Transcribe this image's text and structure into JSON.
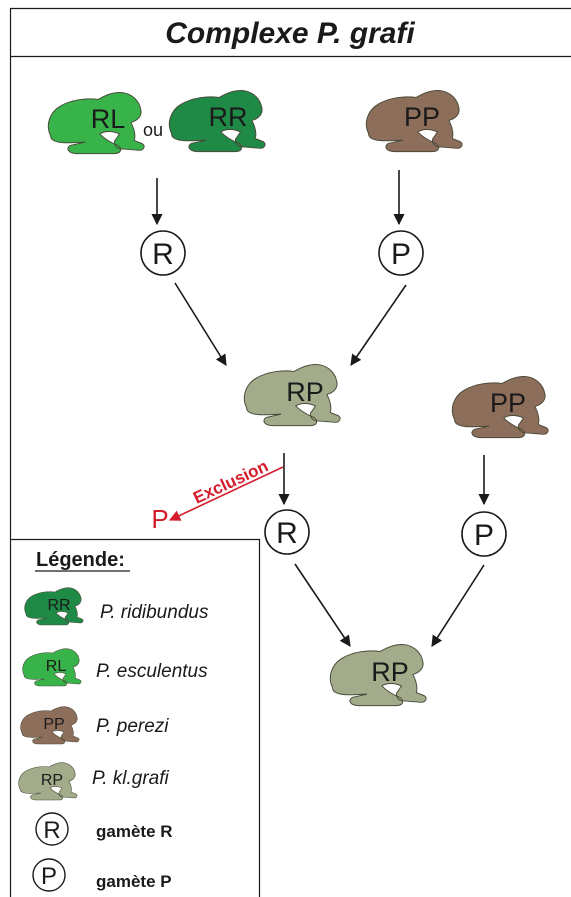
{
  "title": "Complexe P. grafi",
  "connector_ou": "ou",
  "colors": {
    "ridibundus": "#1f8a46",
    "esculentus": "#37b34a",
    "perezi": "#8d6e5a",
    "grafi": "#a3ac8a",
    "exclusion": "#d41c2c",
    "ink": "#1a1a1a"
  },
  "frogs": {
    "rl_top": "RL",
    "rr_top": "RR",
    "pp_top": "PP",
    "rp_mid": "RP",
    "pp_mid": "PP",
    "rp_bottom": "RP"
  },
  "gametes": {
    "r_top": "R",
    "p_top": "P",
    "r_mid": "R",
    "p_mid": "P"
  },
  "exclusion": {
    "label": "Exclusion",
    "gamete": "P"
  },
  "legend": {
    "title": "Légende:",
    "items": [
      {
        "code": "RR",
        "name": "P. ridibundus"
      },
      {
        "code": "RL",
        "name": "P. esculentus"
      },
      {
        "code": "PP",
        "name": "P. perezi"
      },
      {
        "code": "RP",
        "name": "P. kl.grafi"
      }
    ],
    "gametes": [
      {
        "symbol": "R",
        "label": "gamète R"
      },
      {
        "symbol": "P",
        "label": "gamète P"
      }
    ]
  }
}
